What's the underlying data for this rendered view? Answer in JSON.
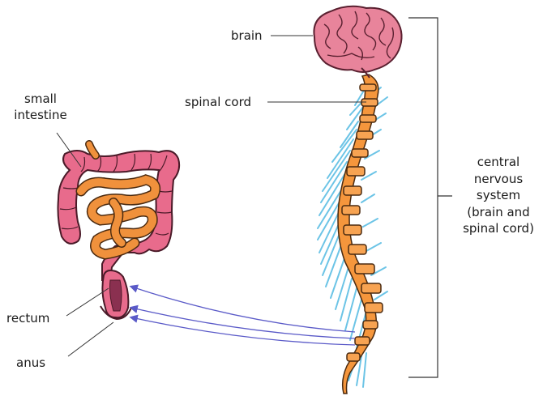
{
  "labels": {
    "brain": "brain",
    "spinal_cord": "spinal cord",
    "small_intestine_line1": "small",
    "small_intestine_line2": "intestine",
    "rectum": "rectum",
    "anus": "anus",
    "cns": [
      "central",
      "nervous",
      "system",
      "(brain and",
      "spinal cord)"
    ]
  },
  "colors": {
    "brain": "#e8849b",
    "brain_outline": "#5a2030",
    "spine": "#f5963c",
    "spine_outline": "#4a2a10",
    "nerves": "#6cc4e6",
    "large_intestine": "#e86b8c",
    "small_intestine": "#f0913c",
    "rectum": "#8a3050",
    "signal_arrows": "#5a5ac8",
    "leader_lines": "#333333"
  }
}
